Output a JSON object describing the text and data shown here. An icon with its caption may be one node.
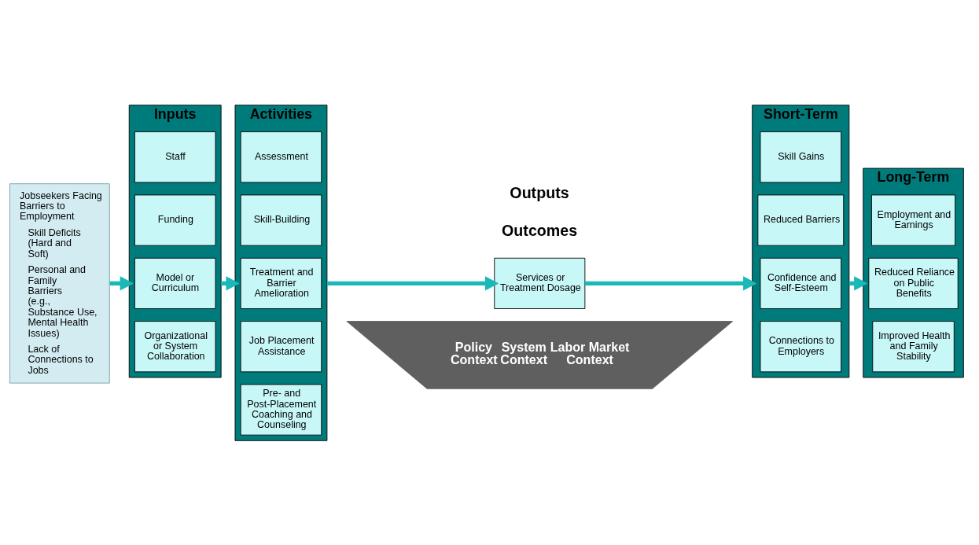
{
  "diagram": {
    "nodes": [
      {
        "text": [
          "Jobseekers Facing Barriers to Employment",
          "Skill Deficits (Hard and Soft)",
          "Personal and Family Barriers (e.g., Substance Use, Mental Health Issues)",
          "Lack of Connections to Jobs"
        ]
      },
      {
        "text": [
          "Inputs"
        ]
      },
      {
        "text": [
          "Staff"
        ],
        "in": 1
      },
      {
        "text": [
          "Funding"
        ],
        "in": 1
      },
      {
        "text": [
          "Model or Curriculum"
        ],
        "in": 1
      },
      {
        "text": [
          "Organizational or System Collaboration"
        ],
        "in": 1
      },
      {
        "text": [
          "Activities"
        ]
      },
      {
        "text": [
          "Assessment"
        ],
        "in": 6
      },
      {
        "text": [
          "Skill-Building"
        ],
        "in": 6
      },
      {
        "text": [
          "Treatment and Barrier Amelioration"
        ],
        "in": 6
      },
      {
        "text": [
          "Job Placement Assistance"
        ],
        "in": 6
      },
      {
        "text": [
          "Pre- and Post-Placement Coaching and Counseling"
        ],
        "in": 6
      },
      {
        "text": [
          "Services or Treatment Dosage"
        ]
      },
      {
        "text": [
          "Short-Term"
        ]
      },
      {
        "text": [
          "Skill Gains"
        ],
        "in": 13
      },
      {
        "text": [
          "Reduced Barriers"
        ],
        "in": 13
      },
      {
        "text": [
          "Confidence and Self-Esteem"
        ],
        "in": 13
      },
      {
        "text": [
          "Connections to Employers"
        ],
        "in": 13
      },
      {
        "text": [
          "Long-Term"
        ]
      },
      {
        "text": [
          "Employment and Earnings"
        ],
        "in": 18
      },
      {
        "text": [
          "Reduced Reliance on Public Benefits"
        ],
        "in": 18
      },
      {
        "text": [
          "Improved Health and Family Stability"
        ],
        "in": 18
      },
      {
        "text": [
          "Policy Context",
          "System Context",
          "Labor Market Context"
        ]
      }
    ],
    "edges": [
      {
        "from": 0,
        "to": 1,
        "arrow": "to"
      },
      {
        "from": 1,
        "to": 6,
        "arrow": "to"
      },
      {
        "from": 6,
        "to": 12,
        "arrow": "to"
      },
      {
        "from": 12,
        "to": 13,
        "arrow": "to"
      },
      {
        "from": 13,
        "to": 18,
        "arrow": "to"
      }
    ],
    "labels": [
      "Outputs",
      "Outcomes"
    ]
  }
}
